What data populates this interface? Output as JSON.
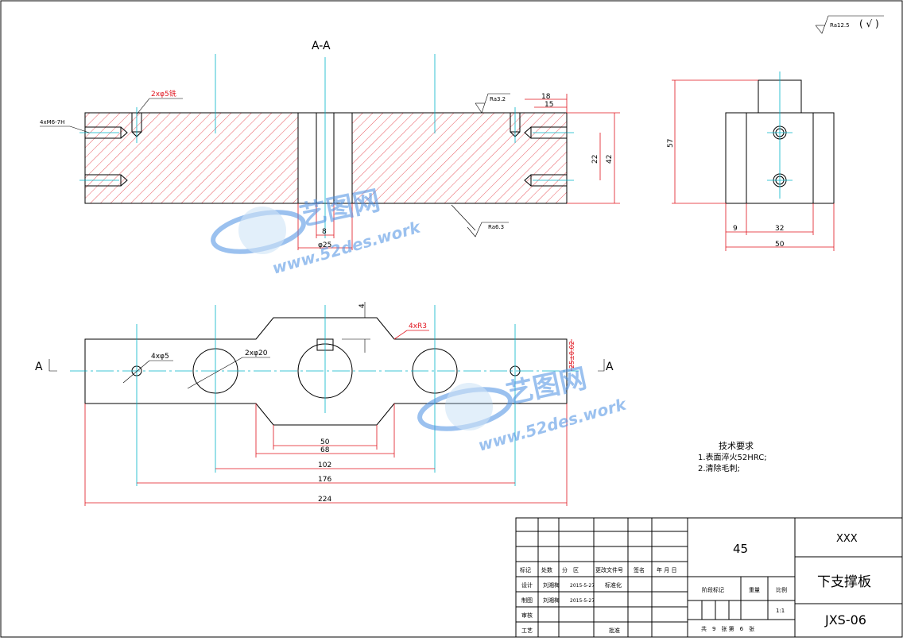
{
  "roughness_general": "Ra12.5",
  "roughness_general_suffix": "( √ )",
  "section_label": "A-A",
  "section_marker": "A",
  "callouts": {
    "thread": "4xM6-7H",
    "pin_hole": "2xφ5铣",
    "ra_top": "Ra3.2",
    "ra_bottom": "Ra6.3",
    "hole_small": "4xφ5",
    "hole_big": "2xφ20",
    "radius": "4xR3"
  },
  "dims_section": {
    "d18": "18",
    "d15": "15",
    "d22": "22",
    "d42": "42",
    "d8": "8",
    "d25": "φ25"
  },
  "dims_side": {
    "d57": "57",
    "d9": "9",
    "d32": "32",
    "d50": "50"
  },
  "dims_top": {
    "d4": "4",
    "d25tol": "25±0.02",
    "d50": "50",
    "d68": "68",
    "d102": "102",
    "d176": "176",
    "d224": "224"
  },
  "tech_req": {
    "title": "技术要求",
    "item1": "1.表面淬火52HRC;",
    "item2": "2.清除毛刺;"
  },
  "title_block": {
    "h_mark": "标记",
    "h_count": "处数",
    "h_zone": "分　区",
    "h_doc": "更改文件号",
    "h_sign": "签名",
    "h_date": "年 月 日",
    "r_design": "设计",
    "r_draw": "制图",
    "r_check": "审核",
    "r_process": "工艺",
    "designer": "刘湘梅",
    "drafter": "刘湘梅",
    "date1": "2015-5-27",
    "date2": "2015-5-27",
    "standard": "标准化",
    "approve": "批准",
    "material": "45",
    "stage_label": "阶段标记",
    "weight_label": "重量",
    "scale_label": "比例",
    "scale": "1:1",
    "sheets": "共　9　张 第　6　张",
    "company": "XXX",
    "part_name": "下支撑板",
    "drawing_no": "JXS-06"
  },
  "watermark": {
    "brand": "艺图网",
    "url": "www.52des.work"
  },
  "colors": {
    "dimension": "#e0141e",
    "centerline": "#00b4c8",
    "watermark": "#4a90e2"
  }
}
